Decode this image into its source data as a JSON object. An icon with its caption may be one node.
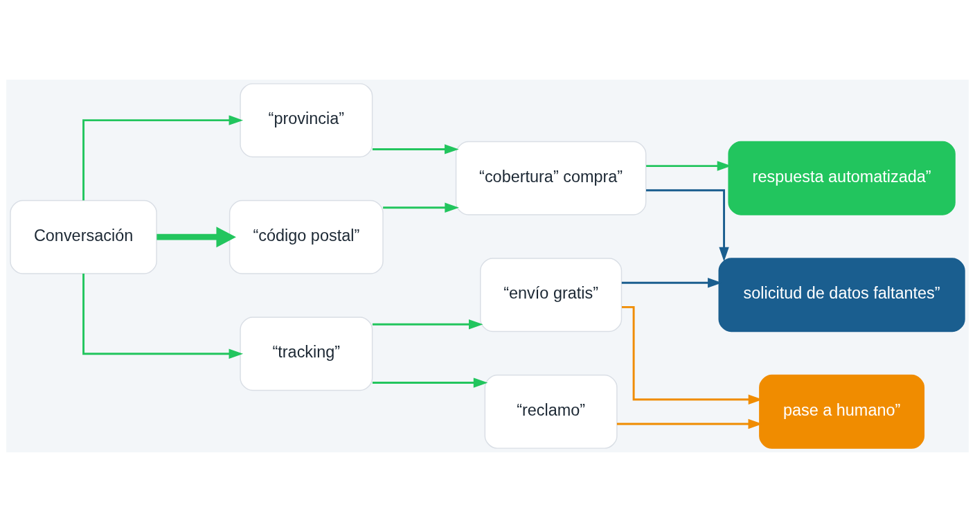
{
  "diagram": {
    "nodes": [
      {
        "text": [
          "Conversación"
        ]
      },
      {
        "text": [
          "“provincia”"
        ]
      },
      {
        "text": [
          "“código postal”"
        ]
      },
      {
        "text": [
          "“tracking”"
        ]
      },
      {
        "text": [
          "“cobertura” compra”"
        ]
      },
      {
        "text": [
          "“envío gratis”"
        ]
      },
      {
        "text": [
          "“reclamo”"
        ]
      },
      {
        "text": [
          "respuesta automatizada”"
        ]
      },
      {
        "text": [
          "solicitud de datos faltantes”"
        ]
      },
      {
        "text": [
          "pase a humano”"
        ]
      }
    ],
    "edges": [
      {
        "from": 0,
        "to": 1,
        "arrow": "to"
      },
      {
        "from": 0,
        "to": 2,
        "arrow": "to",
        "style": "thick"
      },
      {
        "from": 0,
        "to": 3,
        "arrow": "to"
      },
      {
        "from": 1,
        "to": 4,
        "arrow": "to"
      },
      {
        "from": 2,
        "to": 4,
        "arrow": "to"
      },
      {
        "from": 3,
        "to": 5,
        "arrow": "to"
      },
      {
        "from": 3,
        "to": 6,
        "arrow": "to"
      },
      {
        "from": 4,
        "to": 7,
        "arrow": "to"
      },
      {
        "from": 4,
        "to": 8,
        "arrow": "to",
        "color": "#1a5e8f"
      },
      {
        "from": 5,
        "to": 8,
        "arrow": "to",
        "color": "#1a5e8f"
      },
      {
        "from": 5,
        "to": 9,
        "arrow": "to",
        "color": "#f08c00"
      },
      {
        "from": 6,
        "to": 9,
        "arrow": "to",
        "color": "#f08c00"
      }
    ]
  }
}
